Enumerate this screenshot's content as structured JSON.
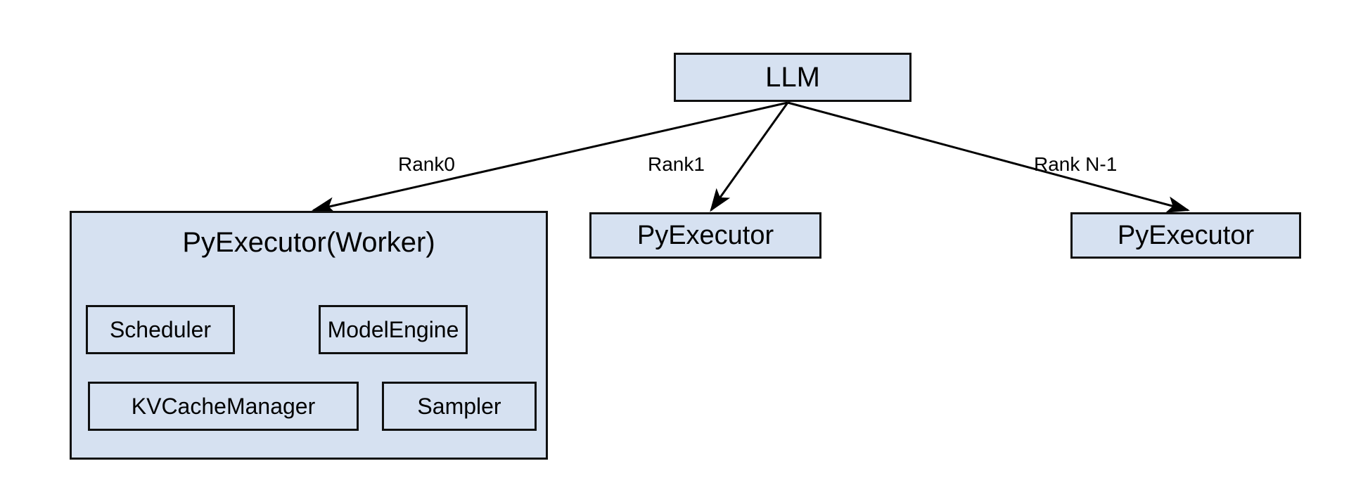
{
  "diagram": {
    "title": "LLM multi-rank PyExecutor architecture",
    "colors": {
      "node_fill": "#d6e1f1",
      "node_border": "#101010",
      "edge_stroke": "#000000",
      "background": "#ffffff",
      "text": "#000000"
    },
    "nodes": {
      "llm": {
        "label": "LLM"
      },
      "worker": {
        "label": "PyExecutor(Worker)",
        "children": [
          {
            "label": "Scheduler"
          },
          {
            "label": "ModelEngine"
          },
          {
            "label": "KVCacheManager"
          },
          {
            "label": "Sampler"
          }
        ]
      },
      "pyexecutor_rank1": {
        "label": "PyExecutor"
      },
      "pyexecutor_rankn": {
        "label": "PyExecutor"
      }
    },
    "edges": [
      {
        "from": "LLM",
        "to": "PyExecutor(Worker)",
        "label": "Rank0"
      },
      {
        "from": "LLM",
        "to": "PyExecutor",
        "label": "Rank1"
      },
      {
        "from": "LLM",
        "to": "PyExecutor",
        "label": "Rank N-1"
      }
    ]
  }
}
